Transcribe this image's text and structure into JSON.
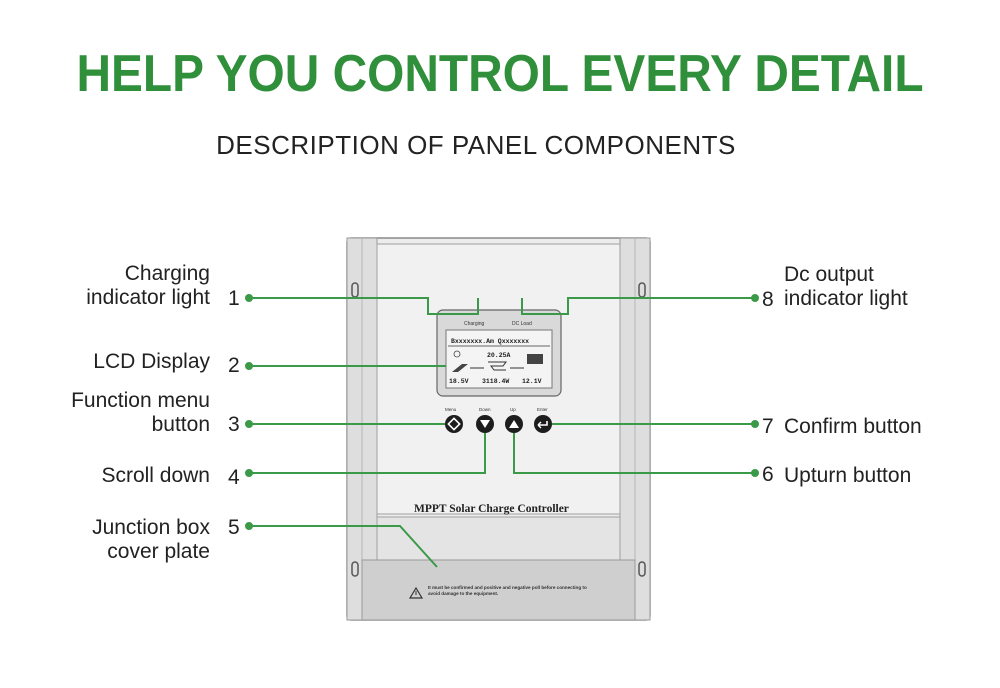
{
  "header": {
    "title": "HELP YOU CONTROL EVERY DETAIL",
    "subtitle": "DESCRIPTION OF PANEL COMPONENTS"
  },
  "callouts": [
    {
      "number": "1",
      "line1": "Charging",
      "line2": "indicator light"
    },
    {
      "number": "2",
      "line1": "LCD Display",
      "line2": ""
    },
    {
      "number": "3",
      "line1": "Function menu",
      "line2": "button"
    },
    {
      "number": "4",
      "line1": "Scroll down",
      "line2": ""
    },
    {
      "number": "5",
      "line1": "Junction box",
      "line2": "cover plate"
    },
    {
      "number": "6",
      "line1": "Upturn button",
      "line2": ""
    },
    {
      "number": "7",
      "line1": "Confirm button",
      "line2": ""
    },
    {
      "number": "8",
      "line1": "Dc output",
      "line2": "indicator light"
    }
  ],
  "device": {
    "brand_label": "MPPT Solar Charge Controller",
    "led_charging_label": "Charging",
    "led_dc_label": "DC Load",
    "lcd_top_line": "Bxxxxxxx.Am  Qxxxxxxx",
    "lcd_current": "20.25A",
    "lcd_pv_voltage": "18.5V",
    "lcd_power": "3118.4W",
    "lcd_batt_voltage": "12.1V",
    "btn_labels": [
      "Menu",
      "Down",
      "Up",
      "Enter"
    ],
    "warning_text": "It must be confirmed and positive and negative poll before connecting to avoid damage to the equipment."
  },
  "colors": {
    "accent": "#2f8f3a",
    "leader": "#3a9a48",
    "panel": "#e9e9e9",
    "panel_edge": "#8a8a8a"
  },
  "icons": [
    "mounting-hole-icon",
    "warning-icon",
    "menu-button-icon",
    "down-arrow-icon",
    "up-arrow-icon",
    "enter-icon"
  ]
}
